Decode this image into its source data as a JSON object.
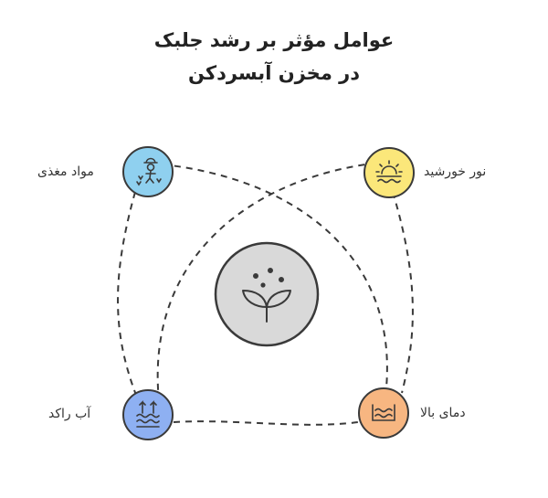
{
  "title": {
    "line1": "عوامل مؤثر بر رشد جلبک",
    "line2": "در مخزن آبسردکن"
  },
  "factors": [
    {
      "label": "مواد مغذی",
      "icon": "farmer-seeding-icon",
      "color": "#8fd0ef"
    },
    {
      "label": "نور خورشید",
      "icon": "sun-icon",
      "color": "#fbe77a"
    },
    {
      "label": "آب راکد",
      "icon": "stagnant-water-icon",
      "color": "#8eb0f2"
    },
    {
      "label": "دمای بالا",
      "icon": "heat-waves-icon",
      "color": "#f7b681"
    }
  ],
  "center": {
    "icon": "sprout-icon",
    "color": "#d9d9d9"
  }
}
